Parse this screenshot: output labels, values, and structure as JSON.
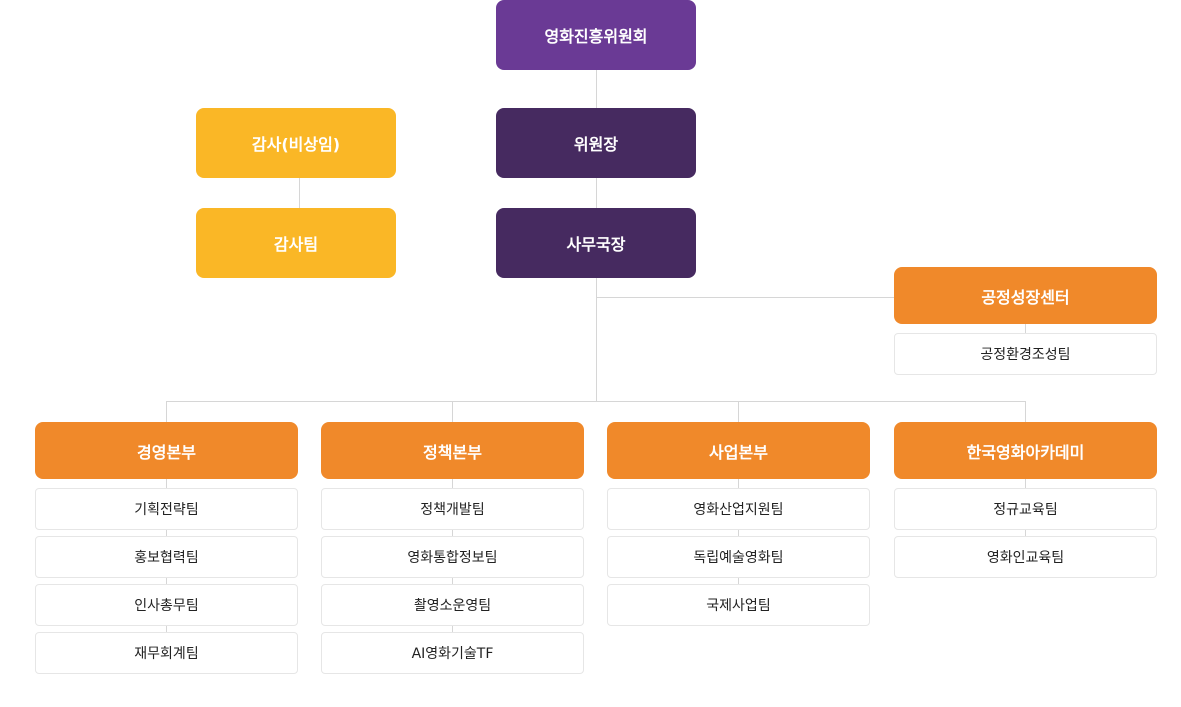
{
  "top": {
    "council": "영화진흥위원회",
    "chairman": "위원장",
    "secretary_general": "사무국장"
  },
  "audit": {
    "auditor": "감사(비상임)",
    "audit_team": "감사팀"
  },
  "fair_growth": {
    "title": "공정성장센터",
    "teams": [
      "공정환경조성팀"
    ]
  },
  "divisions": [
    {
      "title": "경영본부",
      "teams": [
        "기획전략팀",
        "홍보협력팀",
        "인사총무팀",
        "재무회계팀"
      ]
    },
    {
      "title": "정책본부",
      "teams": [
        "정책개발팀",
        "영화통합정보팀",
        "촬영소운영팀",
        "AI영화기술TF"
      ]
    },
    {
      "title": "사업본부",
      "teams": [
        "영화산업지원팀",
        "독립예술영화팀",
        "국제사업팀"
      ]
    },
    {
      "title": "한국영화아카데미",
      "teams": [
        "정규교육팀",
        "영화인교육팀"
      ]
    }
  ],
  "colors": {
    "council": "#6a3a95",
    "executive": "#462a60",
    "audit": "#fab726",
    "division": "#f0892a",
    "connector": "#d6d6d6"
  }
}
